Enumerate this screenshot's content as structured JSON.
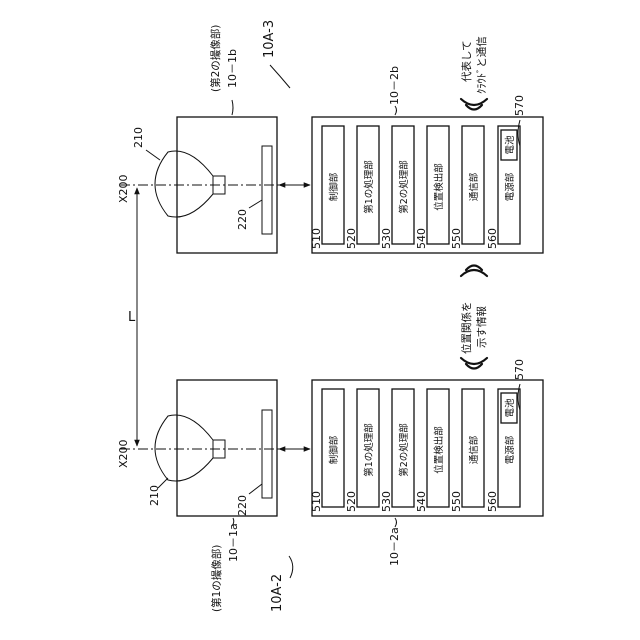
{
  "figure": {
    "system_left_ref": "10A-2",
    "system_right_ref": "10A-3",
    "distance_label": "L",
    "broadcast_text": [
      "位置関係を",
      "示す情報"
    ],
    "representative_text": [
      "代表して",
      "ｸﾗｳﾄﾞと通信"
    ]
  },
  "units": [
    {
      "camera_desc": "(第1の撮像部)",
      "camera_ref": "10－1a",
      "controller_ref": "10－2a",
      "lens_ref": "210",
      "sensor_ref": "220",
      "axis_label": "X200",
      "battery_ref": "570",
      "blocks": [
        {
          "ref": "510",
          "name": "制御部"
        },
        {
          "ref": "520",
          "name": "第1の処理部"
        },
        {
          "ref": "530",
          "name": "第2の処理部"
        },
        {
          "ref": "540",
          "name": "位置検出部"
        },
        {
          "ref": "550",
          "name": "通信部"
        },
        {
          "ref": "560",
          "name": "電源部"
        }
      ],
      "battery_label": "電池"
    },
    {
      "camera_desc": "(第2の撮像部)",
      "camera_ref": "10－1b",
      "controller_ref": "10－2b",
      "lens_ref": "210",
      "sensor_ref": "220",
      "axis_label": "X200",
      "battery_ref": "570",
      "blocks": [
        {
          "ref": "510",
          "name": "制御部"
        },
        {
          "ref": "520",
          "name": "第1の処理部"
        },
        {
          "ref": "530",
          "name": "第2の処理部"
        },
        {
          "ref": "540",
          "name": "位置検出部"
        },
        {
          "ref": "550",
          "name": "通信部"
        },
        {
          "ref": "560",
          "name": "電源部"
        }
      ],
      "battery_label": "電池"
    }
  ]
}
